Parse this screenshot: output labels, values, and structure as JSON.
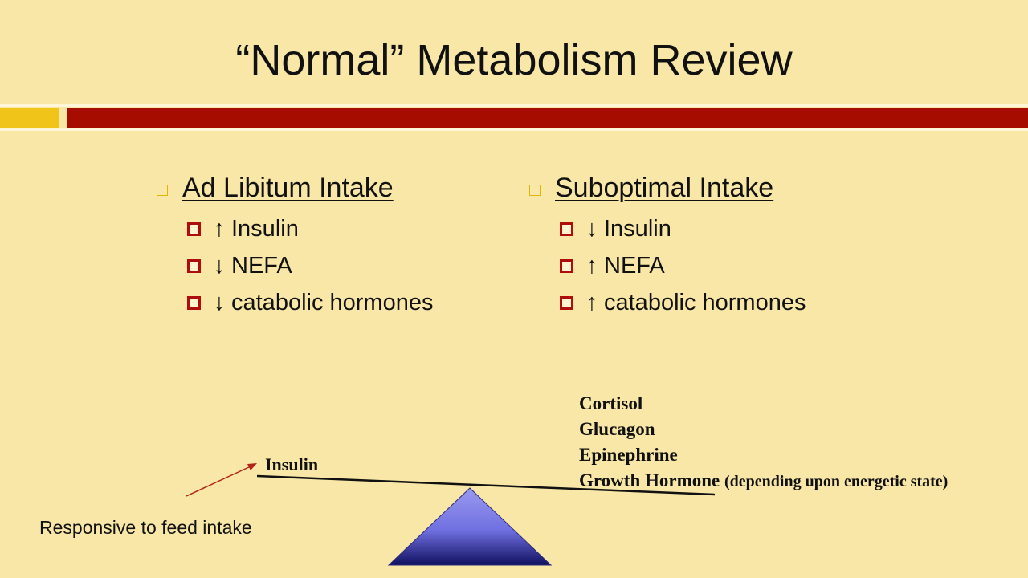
{
  "title": "“Normal” Metabolism Review",
  "left": {
    "heading": "Ad Libitum Intake",
    "items": [
      {
        "arrow": "↑",
        "text": "Insulin"
      },
      {
        "arrow": "↓",
        "text": "NEFA"
      },
      {
        "arrow": "↓",
        "text": "catabolic hormones"
      }
    ]
  },
  "right": {
    "heading": "Suboptimal Intake",
    "items": [
      {
        "arrow": "↓",
        "text": "Insulin"
      },
      {
        "arrow": "↑",
        "text": "NEFA"
      },
      {
        "arrow": "↑",
        "text": "catabolic hormones"
      }
    ]
  },
  "diagram": {
    "insulin_label": "Insulin",
    "responsive_label": "Responsive to feed intake",
    "hormones": [
      "Cortisol",
      "Glucagon",
      "Epinephrine",
      "Growth Hormone"
    ],
    "hormones_note": "(depending upon energetic state)"
  },
  "colors": {
    "background": "#f8e7a6",
    "accent_red": "#a60c00",
    "accent_yellow": "#f0c419",
    "fulcrum": "#6f6fe0"
  }
}
